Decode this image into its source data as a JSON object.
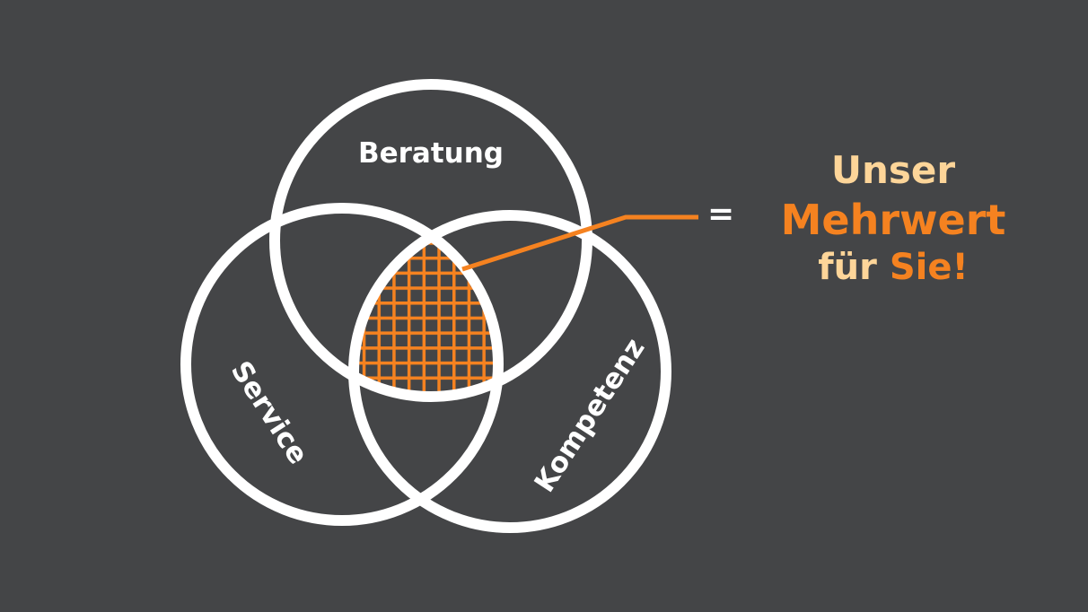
{
  "colors": {
    "background": "#444547",
    "circle": "#ffffff",
    "accent": "#f58220",
    "accent_light": "#fdd599"
  },
  "circles": [
    {
      "label": "Beratung"
    },
    {
      "label": "Service"
    },
    {
      "label": "Kompetenz"
    }
  ],
  "result": {
    "equals": "=",
    "line1": "Unser",
    "line2": "Mehrwert",
    "line3_a": "für",
    "line3_b": "Sie!"
  }
}
